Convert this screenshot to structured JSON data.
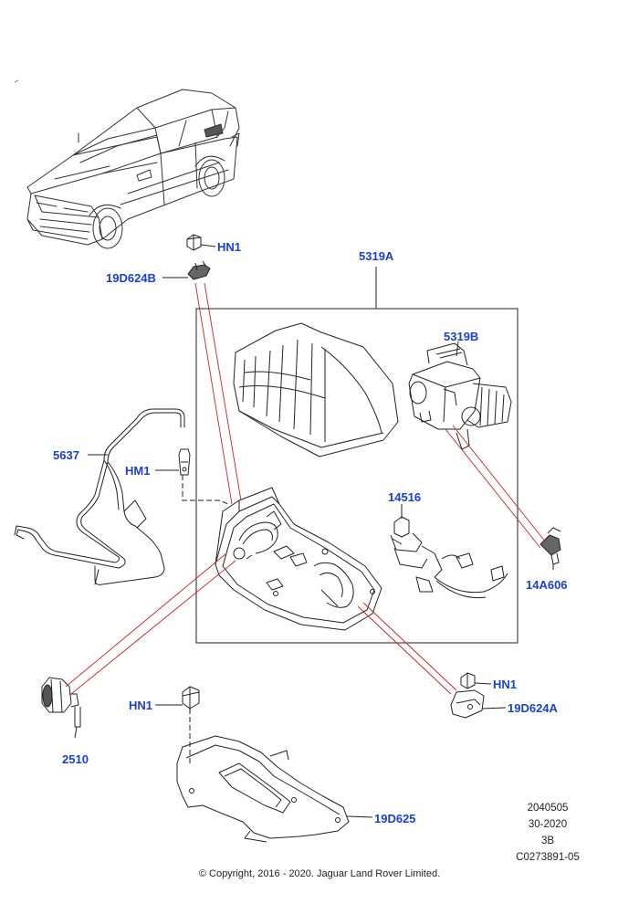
{
  "callouts": {
    "hn1_top": "HN1",
    "bracket_b": "19D624B",
    "kit": "5319A",
    "compressor": "5319B",
    "pipe": "5637",
    "hm1": "HM1",
    "valve_block": "14516",
    "sensor": "14A606",
    "hn1_right": "HN1",
    "bracket_a": "19D624A",
    "hn1_bottom": "HN1",
    "valve_2510": "2510",
    "heatshield": "19D625"
  },
  "meta": {
    "ref_1": "2040505",
    "ref_2": "30-2020",
    "ref_3": "3B",
    "ref_4": "C0273891-05"
  },
  "copyright": "© Copyright, 2016 - 2020. Jaguar Land Rover Limited.",
  "colors": {
    "callout": "#1a3fd6",
    "leader_red": "#d42020",
    "line": "#222222"
  }
}
